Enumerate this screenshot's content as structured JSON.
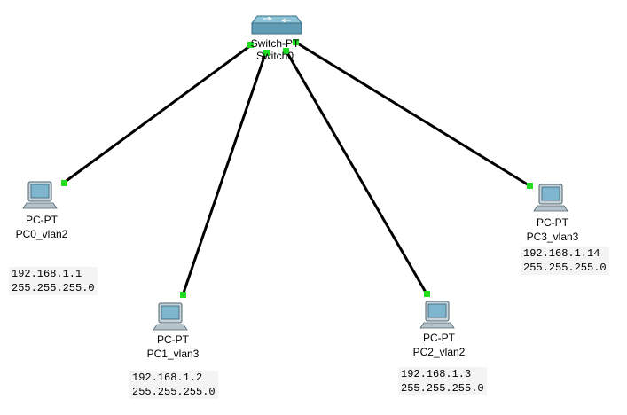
{
  "switch": {
    "model": "Switch-PT",
    "name": "Switch0"
  },
  "pcs": [
    {
      "id": "pc0",
      "model": "PC-PT",
      "name": "PC0_vlan2",
      "ip": "192.168.1.1",
      "mask": "255.255.255.0"
    },
    {
      "id": "pc1",
      "model": "PC-PT",
      "name": "PC1_vlan3",
      "ip": "192.168.1.2",
      "mask": "255.255.255.0"
    },
    {
      "id": "pc2",
      "model": "PC-PT",
      "name": "PC2_vlan2",
      "ip": "192.168.1.3",
      "mask": "255.255.255.0"
    },
    {
      "id": "pc3",
      "model": "PC-PT",
      "name": "PC3_vlan3",
      "ip": "192.168.1.14",
      "mask": "255.255.255.0"
    }
  ],
  "colors": {
    "link": "#000000",
    "port_up": "#22dd22",
    "switch_body": "#5f9bb4",
    "switch_top": "#8cc3d6",
    "pc_screen": "#7fb6cf",
    "pc_body": "#c9d4da"
  },
  "icons": {
    "switch": "network-switch-icon",
    "pc": "desktop-pc-icon"
  }
}
